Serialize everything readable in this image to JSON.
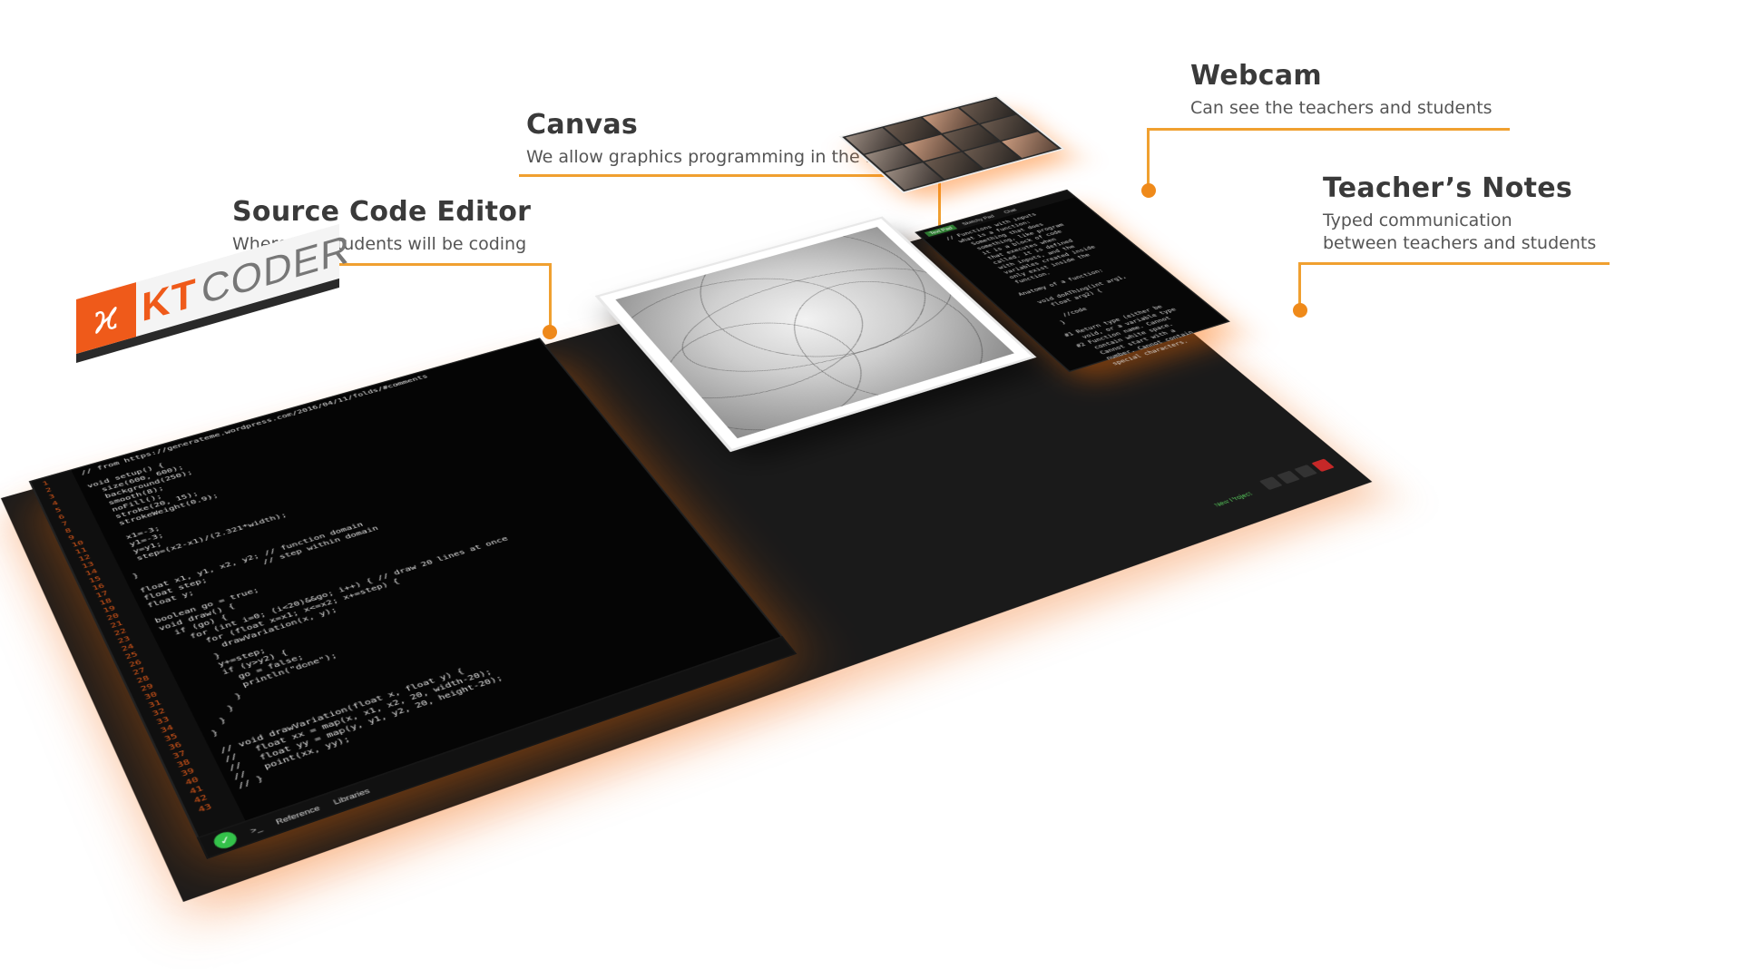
{
  "callouts": {
    "webcam": {
      "title": "Webcam",
      "desc": "Can see the teachers and students"
    },
    "canvas": {
      "title": "Canvas",
      "desc": "We allow graphics programming in the browser"
    },
    "editor": {
      "title": "Source Code Editor",
      "desc": "Where the students will be coding"
    },
    "notes": {
      "title": "Teacher’s Notes",
      "desc1": "Typed communication",
      "desc2": "between teachers and students"
    }
  },
  "logo": {
    "mark": "ϰ",
    "kt": "KT",
    "coder": "CODER"
  },
  "editor": {
    "line_numbers": "1\n2\n3\n4\n5\n6\n7\n8\n9\n10\n11\n12\n13\n14\n15\n16\n17\n18\n19\n20\n21\n22\n23\n24\n25\n26\n27\n28\n29\n30\n31\n32\n33\n34\n35\n36\n37\n38\n39\n40\n41\n42\n43",
    "code": "// from https://generateme.wordpress.com/2016/04/11/folds/#comments\n\nvoid setup() {\n  size(600, 600);\n  background(250);\n  smooth(8);\n  noFill();\n  stroke(20, 15);\n  strokeWeight(0.9);\n\n  x1=-3;\n  y1=-3;\n  y=y1;\n  step=(x2-x1)/(2.321*width);\n\n}\n\nfloat x1, y1, x2, y2; // function domain\nfloat step;          // step within domain\nfloat y;\n\nboolean go = true;\nvoid draw() {\n  if (go) {\n    for (int i=0; (i<20)&&go; i++) { // draw 20 lines at once\n      for (float x=x1; x<=x2; x+=step) {\n        drawVariation(x, y);\n      }\n      y+=step;\n      if (y>y2) {\n        go = false;\n        println(\"done\");\n      }\n    }\n  }\n}\n\n// void drawVariation(float x, float y) {\n//   float xx = map(x, x1, x2, 20, width-20);\n//   float yy = map(y, y1, y2, 20, height-20);\n//   point(xx, yy);\n// }"
  },
  "toolbar": {
    "run": "✓",
    "terminal": ">_",
    "reference": "Reference",
    "libraries": "Libraries"
  },
  "notes": {
    "tab1": "Text Pad",
    "tab2": "Sketchy Pad",
    "tab3": "Chat",
    "text": "// Functions with inputs\n  what is a function:\n    Something that does\n    something, like program\n    it is a block of code\n    that executes when\n    called. It is defined\n    with inputs, and the\n    variables created inside\n    only exist inside the\n    function.\n\n  Anatomy of a function:\n\n    void doAThing(int arg1,\n      float arg2) {\n\n      //code\n    }\n\n  #1 Return type (either be\n     void, or a variable type\n  #2 Function name. Cannot\n     contain white space.\n     Cannot start with a\n     number. Cannot contain\n     special characters."
  },
  "footer": {
    "new_project": "New Project"
  }
}
